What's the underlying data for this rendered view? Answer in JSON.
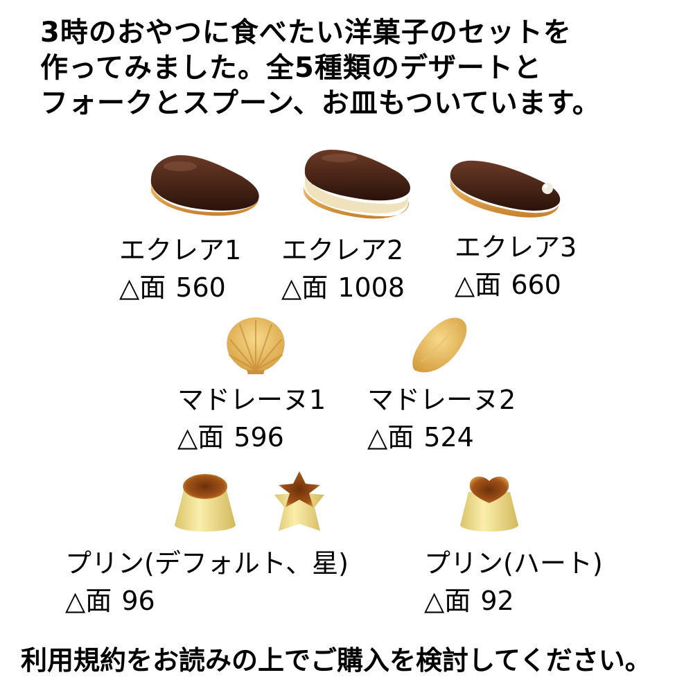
{
  "intro_text": "3時のおやつに食べたい洋菓子のセットを\n作ってみました。全5種類のデザートと\nフォークとスプーン、お皿もついています。",
  "poly_prefix": "△面",
  "items": [
    {
      "name": "エクレア1",
      "poly": "560"
    },
    {
      "name": "エクレア2",
      "poly": "1008"
    },
    {
      "name": "エクレア3",
      "poly": "660"
    },
    {
      "name": "マドレーヌ1",
      "poly": "596"
    },
    {
      "name": "マドレーヌ2",
      "poly": "524"
    },
    {
      "name": "プリン(デフォルト、星)",
      "poly": "96"
    },
    {
      "name": "プリン(ハート)",
      "poly": "92"
    }
  ],
  "footer_text": "利用規約をお読みの上でご購入を検討してください。",
  "colors": {
    "chocolate": "#3b1d12",
    "pastry": "#e3a34a",
    "cream": "#f2e6c4",
    "caramel": "#7a3a10",
    "pudding": "#f3e39a",
    "madeleine": "#f0c768"
  }
}
